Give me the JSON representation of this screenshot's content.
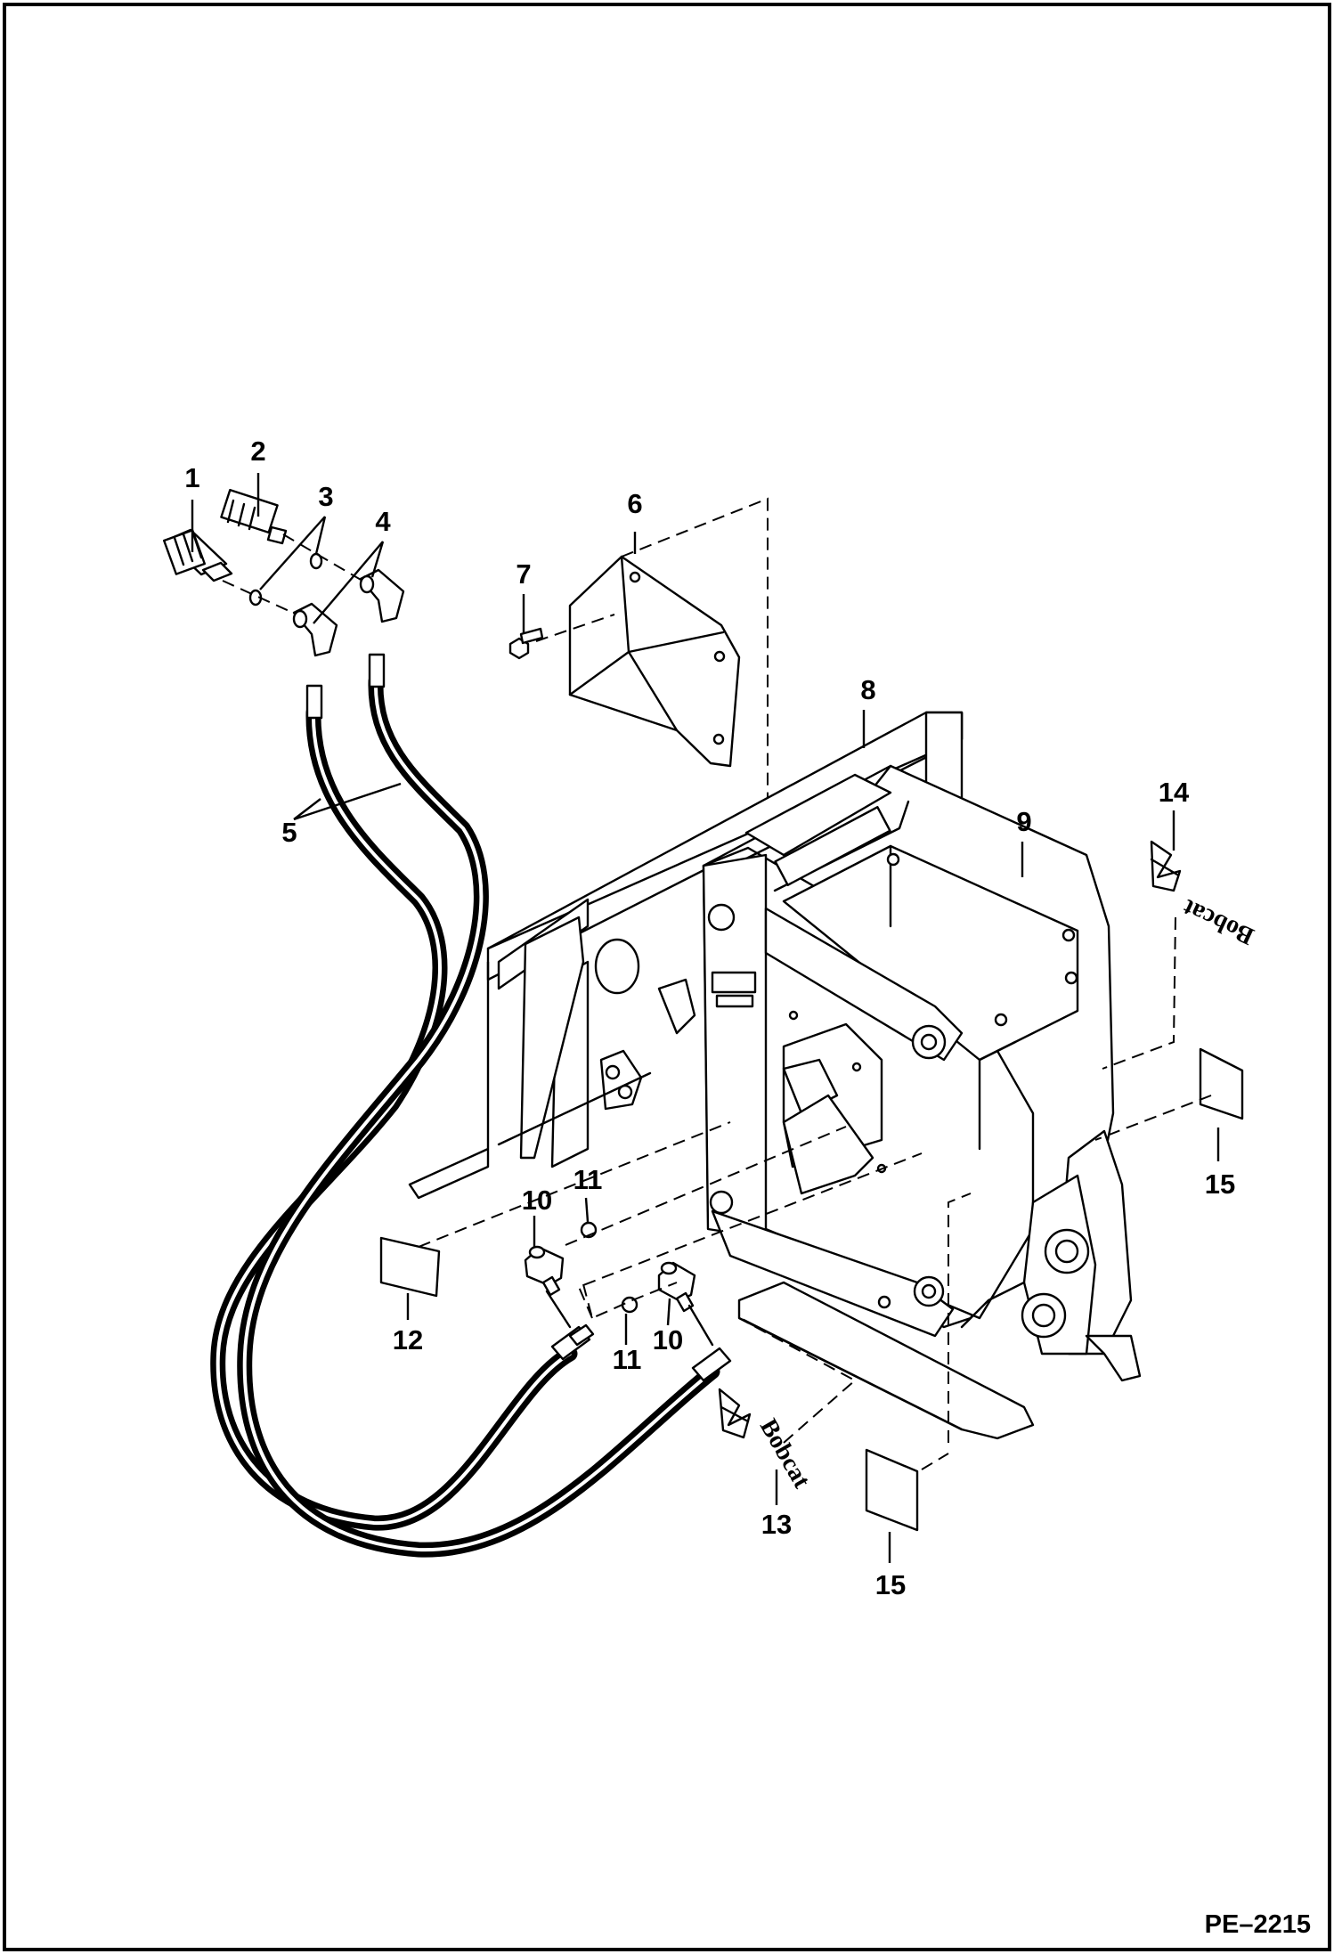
{
  "drawing_code": "PE–2215",
  "callouts": [
    "1",
    "2",
    "3",
    "4",
    "5",
    "6",
    "7",
    "8",
    "9",
    "10",
    "10",
    "11",
    "11",
    "12",
    "13",
    "14",
    "15",
    "15"
  ],
  "decal_text": [
    "Bobcat",
    "Bobcat"
  ]
}
